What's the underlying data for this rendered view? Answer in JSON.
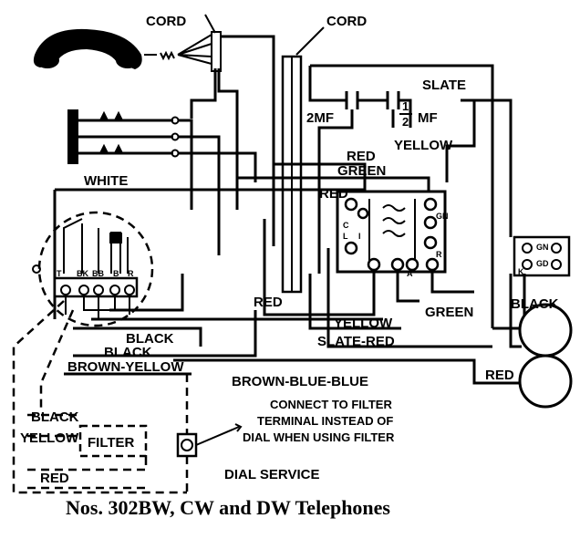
{
  "labels": {
    "cord_left": "CORD",
    "cord_right": "CORD",
    "slate_top": "SLATE",
    "cap_2mf": "2MF",
    "cap_half": "MF",
    "cap_half_num": "1",
    "cap_half_den": "2",
    "red_top": "RED",
    "green_top": "GREEN",
    "yellow_top": "YELLOW",
    "white": "WHITE",
    "red_coil": "RED",
    "red_mid": "RED",
    "black_right": "BLACK",
    "green_mid": "GREEN",
    "yellow_mid": "YELLOW",
    "slate_red": "SLATE-RED",
    "black_1": "BLACK",
    "black_2": "BLACK",
    "brown_yellow": "BROWN-YELLOW",
    "brown_blue_blue": "BROWN-BLUE-BLUE",
    "red_bell": "RED",
    "note_line1": "CONNECT TO FILTER",
    "note_line2": "TERMINAL INSTEAD OF",
    "note_line3": "DIAL WHEN USING FILTER",
    "filter_black": "BLACK",
    "filter_yellow": "YELLOW",
    "filter": "FILTER",
    "filter_red": "RED",
    "dial_service": "DIAL SERVICE",
    "caption": "Nos. 302BW, CW and DW Telephones"
  },
  "terminals": {
    "dial": [
      "T",
      "BK",
      "BB",
      "B",
      "R"
    ],
    "induction_left": [
      "C",
      "L",
      "I"
    ],
    "induction_right": [
      "GN",
      "R",
      "A"
    ],
    "ringer": [
      "GN",
      "GD",
      "K"
    ]
  }
}
